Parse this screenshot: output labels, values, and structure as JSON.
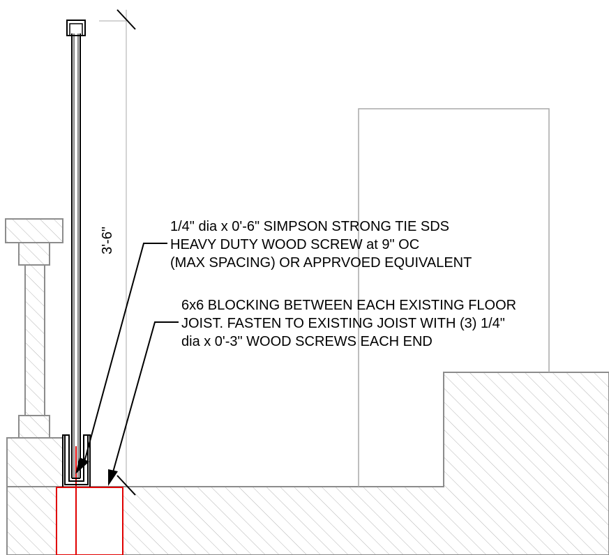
{
  "dimension": {
    "label": "3'-6\""
  },
  "notes": [
    {
      "lines": [
        "1/4\" dia x 0'-6\" SIMPSON STRONG TIE SDS",
        "HEAVY DUTY WOOD SCREW at 9\" OC",
        "(MAX SPACING) OR APPRVOED EQUIVALENT"
      ]
    },
    {
      "lines": [
        "6x6 BLOCKING BETWEEN EACH EXISTING FLOOR",
        "JOIST.  FASTEN TO EXISTING JOIST WITH (3) 1/4\"",
        "dia x 0'-3\" WOOD SCREWS EACH END"
      ]
    }
  ],
  "colors": {
    "linework": "#000000",
    "existing": "#9a9a9a",
    "hatch": "#b4b4b4",
    "blocking": "#e00000"
  }
}
